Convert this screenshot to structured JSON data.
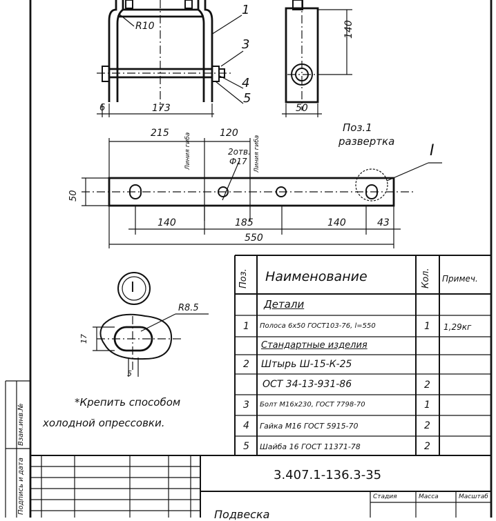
{
  "drawing": {
    "dims": {
      "r10": "R10",
      "d140v": "140",
      "d6": "6",
      "d173": "173",
      "d50top": "50",
      "d215": "215",
      "d120": "120",
      "holes": "2отв.",
      "holes_dia": "Ф17",
      "d50side": "50",
      "d140a": "140",
      "d185": "185",
      "d140b": "140",
      "d43": "43",
      "d550": "550",
      "r85": "R8.5",
      "d17": "17",
      "d5": "5",
      "line_bend_a": "Линия гиба",
      "line_bend_b": "Линия гиба"
    },
    "callouts": {
      "p1": "1",
      "p3": "3",
      "p4": "4",
      "p5": "5",
      "view_label": "I",
      "detail_label": "I"
    },
    "unfold_title": "Поз.1",
    "unfold_subtitle": "развертка",
    "note_line1": "*Крепить способом",
    "note_line2": "холодной опрессовки."
  },
  "bom": {
    "headers": {
      "pos": "Поз.",
      "name": "Наименование",
      "qty": "Кол.",
      "note": "Примеч."
    },
    "section_details": "Детали",
    "section_standard": "Стандартные изделия",
    "rows": [
      {
        "pos": "1",
        "name": "Полоса 6x50 ГОСТ103-76, l=550",
        "qty": "1",
        "note": "1,29кг"
      },
      {
        "pos": "2",
        "name": "Штырь Ш-15-К-25",
        "qty": "",
        "note": ""
      },
      {
        "pos": "",
        "name": "ОСТ 34-13-931-86",
        "qty": "2",
        "note": ""
      },
      {
        "pos": "3",
        "name": "Болт М16x230, ГОСТ 7798-70",
        "qty": "1",
        "note": ""
      },
      {
        "pos": "4",
        "name": "Гайка М16 ГОСТ 5915-70",
        "qty": "2",
        "note": ""
      },
      {
        "pos": "5",
        "name": "Шайба 16 ГОСТ 11371-78",
        "qty": "2",
        "note": ""
      }
    ]
  },
  "titleblock": {
    "code": "3.407.1-136.3-35",
    "col1": "Стадия",
    "col2": "Масса",
    "col3": "Масштаб",
    "bottom": "Подвеска"
  },
  "sidebar": {
    "sig": "Подпись и дата",
    "inv": "Взам.инв.№"
  }
}
